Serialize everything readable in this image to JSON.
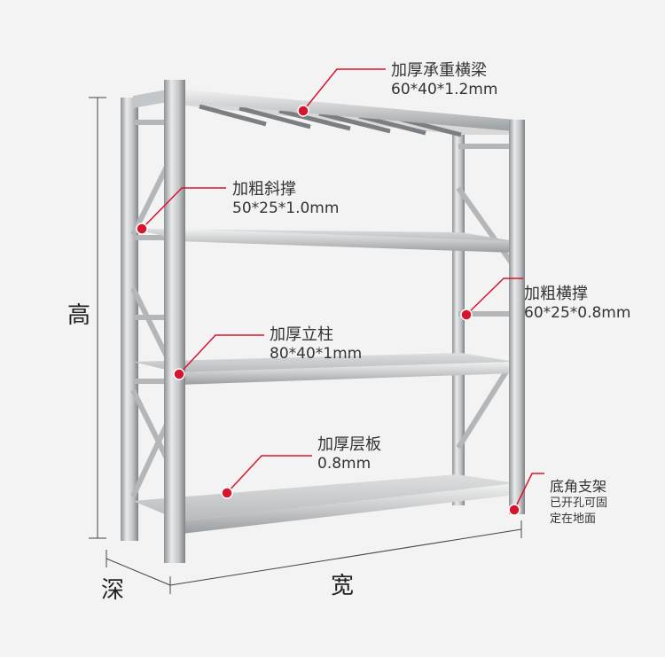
{
  "colors": {
    "accent": "#d7152e",
    "line": "#444444",
    "steel": "#c9cbcd"
  },
  "callouts": {
    "beam": {
      "title": "加厚承重横梁",
      "spec": "60*40*1.2mm"
    },
    "brace": {
      "title": "加粗斜撑",
      "spec": "50*25*1.0mm"
    },
    "cross": {
      "title": "加粗横撑",
      "spec": "60*25*0.8mm"
    },
    "post": {
      "title": "加厚立柱",
      "spec": "80*40*1mm"
    },
    "shelf": {
      "title": "加厚层板",
      "spec": "0.8mm"
    },
    "foot": {
      "title": "底角支架",
      "line1": "已开孔可固",
      "line2": "定在地面"
    }
  },
  "dimensions": {
    "height": "高",
    "depth": "深",
    "width": "宽"
  }
}
